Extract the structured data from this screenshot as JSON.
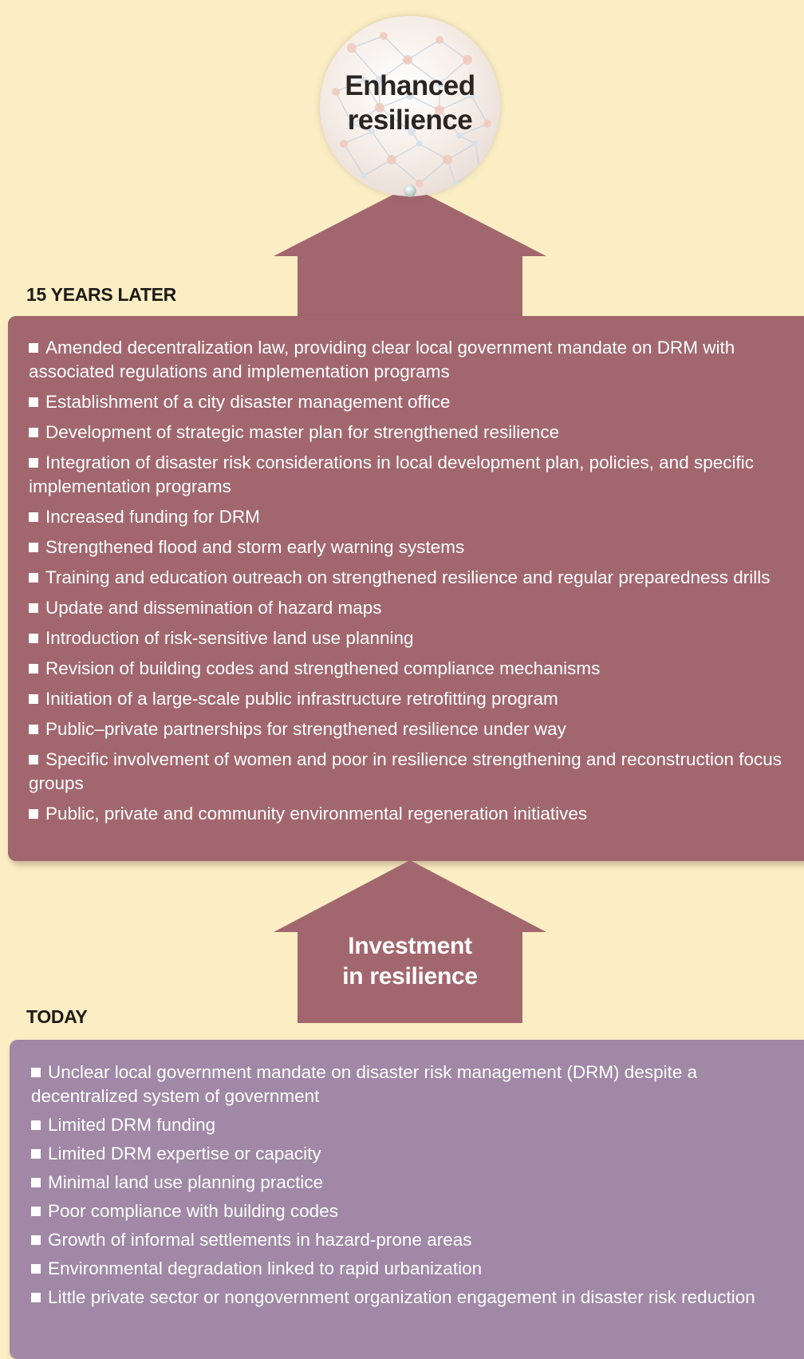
{
  "circle": {
    "line1": "Enhanced",
    "line2": "resilience"
  },
  "arrow_label": {
    "line1": "Investment",
    "line2": "in resilience"
  },
  "later": {
    "label": "15 YEARS LATER",
    "items": [
      "Amended decentralization law, providing clear local government mandate on DRM with associated regulations and implementation programs",
      "Establishment of a city disaster management office",
      "Development of strategic master plan for strengthened resilience",
      "Integration of disaster risk considerations in local development plan, policies, and specific implementation programs",
      "Increased funding for DRM",
      "Strengthened flood and storm early warning systems",
      "Training and education outreach on strengthened resilience and regular preparedness drills",
      "Update and dissemination of hazard maps",
      "Introduction of risk-sensitive land use planning",
      "Revision of building codes and strengthened compliance mechanisms",
      "Initiation of a large-scale public infrastructure retrofitting program",
      "Public–private partnerships for strengthened resilience under way",
      "Specific involvement of women and poor in resilience strengthening and reconstruction focus groups",
      "Public, private and community environmental regeneration initiatives"
    ]
  },
  "today": {
    "label": "TODAY",
    "items": [
      "Unclear local government mandate on disaster risk management (DRM) despite a decentralized system of government",
      "Limited DRM funding",
      "Limited DRM expertise or capacity",
      "Minimal land use planning practice",
      "Poor compliance with building codes",
      "Growth of informal settlements in hazard-prone areas",
      "Environmental degradation linked to rapid urbanization",
      "Little private sector or nongovernment organization engagement in disaster risk reduction"
    ]
  },
  "colors": {
    "background": "#fbeec4",
    "later_box": "#a2676e",
    "today_box": "#a088a6",
    "arrow": "#a2676e"
  }
}
